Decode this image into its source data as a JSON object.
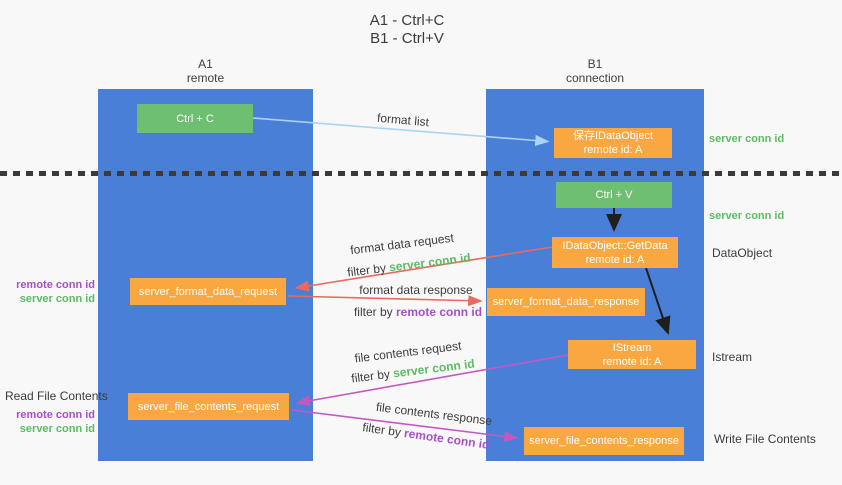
{
  "title": {
    "line1": "A1 - Ctrl+C",
    "line2": "B1 - Ctrl+V"
  },
  "columns": {
    "left": {
      "id": "A1",
      "role": "remote"
    },
    "right": {
      "id": "B1",
      "role": "connection"
    }
  },
  "nodes": {
    "ctrl_c": {
      "label": "Ctrl + C"
    },
    "ctrl_v": {
      "label": "Ctrl + V"
    },
    "save_dataobject": {
      "line1": "保存IDataObject",
      "line2": "remote id: A"
    },
    "getdata": {
      "line1": "IDataObject::GetData",
      "line2": "remote id: A"
    },
    "istream": {
      "line1": "IStream",
      "line2": "remote id: A"
    },
    "format_request": {
      "label": "server_format_data_request"
    },
    "format_response": {
      "label": "server_format_data_response"
    },
    "file_request": {
      "label": "server_file_contents_request"
    },
    "file_response": {
      "label": "server_file_contents_response"
    }
  },
  "flow": {
    "format_list": "format list",
    "format_data_request": "format data request",
    "format_data_response": "format data response",
    "file_contents_request": "file contents request",
    "file_contents_response": "file contents response",
    "filter_by": "filter by",
    "server_conn_id": "server conn id",
    "remote_conn_id": "remote conn id"
  },
  "side": {
    "server_conn_id_top": "server conn id",
    "server_conn_id_mid": "server conn id",
    "dataobject": "DataObject",
    "istream": "Istream",
    "write_file_contents": "Write File Contents",
    "read_file_contents": "Read File Contents",
    "left_remote_conn_id_1": "remote conn id",
    "left_server_conn_id_1": "server conn id",
    "left_remote_conn_id_2": "remote conn id",
    "left_server_conn_id_2": "server conn id"
  },
  "colors": {
    "column_blue": "#4a7fd8",
    "green_box": "#6fbf72",
    "orange_box": "#f9a741",
    "green_text": "#5cbc60",
    "purple_text": "#a84fc8",
    "red_arrow": "#e96a5e",
    "magenta_arrow": "#c259c0",
    "light_blue_arrow": "#a9d4f2",
    "black_arrow": "#1f1f1f",
    "dashed_line": "#3a3a3a",
    "background": "#f8f8f8"
  }
}
